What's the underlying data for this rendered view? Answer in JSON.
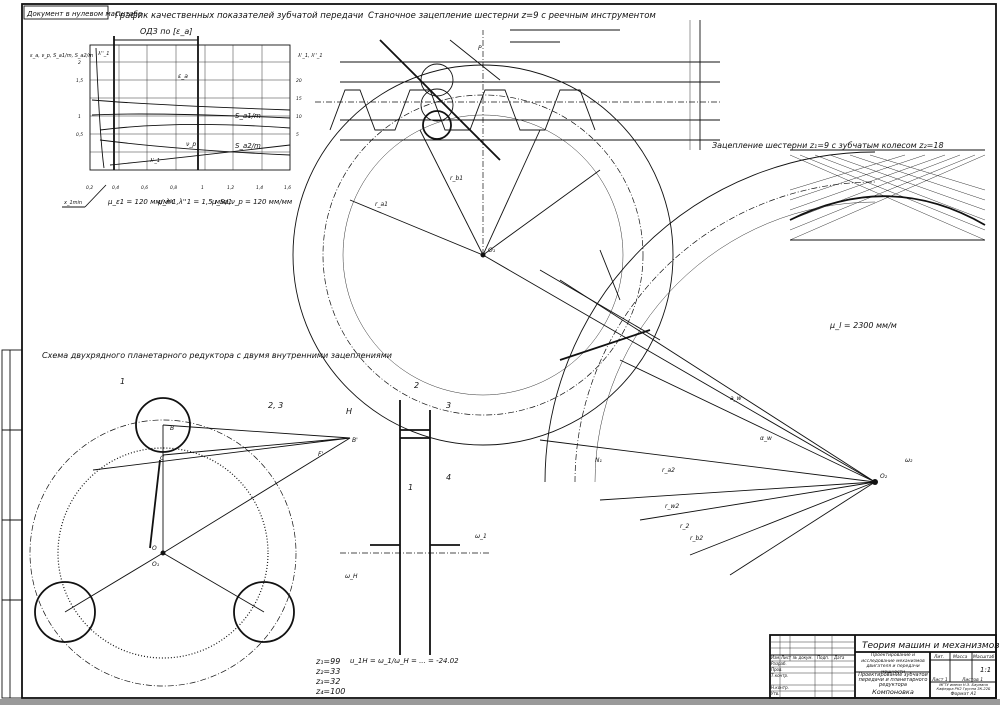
{
  "stamp_label": "Документ в нулевом масштабе",
  "quality_chart": {
    "title": "График качественных показателей зубчатой передачи",
    "odz_label": "ОДЗ по [ε_a]",
    "y_axis_left": "ε_a, ν_p, S_a1/m, S_a2/m",
    "y_axis_right": "λ'_1, λ''_1",
    "curve_labels": [
      "λ''_1",
      "ε_a",
      "S_a1/m",
      "ν_p",
      "S_a2/m",
      "λ'_1"
    ],
    "x_ticks": [
      "0,2",
      "0,4",
      "0,6",
      "0,8",
      "1",
      "1,2",
      "1,4",
      "1,6"
    ],
    "y_ticks_left": [
      "2",
      "1,5",
      "1",
      "0,5"
    ],
    "y_ticks_right": [
      "20",
      "15",
      "10",
      "5"
    ],
    "xmin_label": "x_1min",
    "scales": [
      "μ_ε1 = 120 мм/мм",
      "μ_λ'1,λ''1 = 1,5 мм/1",
      "μ_Sa,ν_p = 120 мм/мм"
    ]
  },
  "rack_title": "Станочное зацепление шестерни z=9 с реечным инструментом",
  "mesh_title": "Зацепление шестерни z₁=9 с зубчатым колесом z₂=18",
  "mesh_scale": "μ_l = 2300 мм/м",
  "gear_labels": [
    "O₁",
    "O₂",
    "r_b1",
    "r_a1",
    "r_w2",
    "r_2",
    "r_b2",
    "r_a2",
    "a_w",
    "N₁",
    "ω₂",
    "α_w",
    "P"
  ],
  "planetary": {
    "title": "Схема двухрядного планетарного редуктора с двумя внутренними зацеплениями",
    "labels": [
      "1",
      "2, 3",
      "H",
      "B",
      "B'",
      "C",
      "F'",
      "O",
      "O₁",
      "2",
      "3",
      "1",
      "4",
      "ω_1",
      "ω_H"
    ],
    "teeth": [
      "z₁=99",
      "z₂=33",
      "z₃=32",
      "z₄=100"
    ],
    "ratio": "u_1H = ω_1/ω_H = ... = -24.02"
  },
  "title_block": {
    "subject": "Теория машин и механизмов",
    "doc_line1": "Проектирование и исследование механизмов двигателя и передачи мощности",
    "doc_line2": "Проектирование зубчатой передачи и планетарного редуктора",
    "doc_line3": "Компоновка",
    "col_headers": [
      "Изм.",
      "Лист",
      "№ докум.",
      "Подп.",
      "Дата"
    ],
    "rows": [
      "Разраб.",
      "Пров.",
      "Т.контр.",
      "Н.контр.",
      "Утв."
    ],
    "lit_header": "Лит.",
    "mass_header": "Масса",
    "scale_header": "Масштаб",
    "scale_value": "1:1",
    "sheet_label": "Лист 1",
    "sheets_label": "Листов 1",
    "org": "МГТУ имени Н.Э. Баумана Кафедра РК2 Группа ЗК-22Б",
    "format": "Формат А1"
  }
}
